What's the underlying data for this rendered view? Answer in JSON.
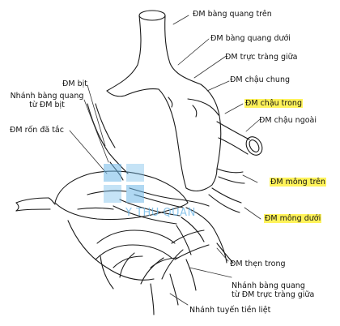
{
  "labels": {
    "dm_bang_quang_tren": "ĐM bàng quang trên",
    "dm_bang_quang_duoi": "ĐM bàng quang dưới",
    "dm_truc_trang_giua": "ĐM trực tràng giữa",
    "dm_chau_chung": "ĐM chậu chung",
    "dm_chau_trong": "ĐM chậu trong",
    "dm_chau_ngoai": "ĐM chậu ngoài",
    "dm_bit": "ĐM bịt",
    "nhanh_bang_quang_tu_dm_bit_1": "Nhánh bàng quang",
    "nhanh_bang_quang_tu_dm_bit_2": "từ ĐM bịt",
    "dm_ron_da_tac": "ĐM rốn đã tắc",
    "dm_mong_tren": "ĐM mông trên",
    "dm_mong_duoi": "ĐM mông dưới",
    "dm_then_trong": "ĐM thẹn trong",
    "nhanh_bang_quang_tu_truc_trang_1": "Nhánh bàng quang",
    "nhanh_bang_quang_tu_truc_trang_2": "từ ĐM trực tràng giữa",
    "nhanh_tuyen_tien_liet": "Nhánh tuyến tiền liệt"
  },
  "watermark": "Y THU QUAN",
  "colors": {
    "highlight": "#fff35a",
    "ink": "#111111",
    "watermark": "#6fb8e8"
  }
}
